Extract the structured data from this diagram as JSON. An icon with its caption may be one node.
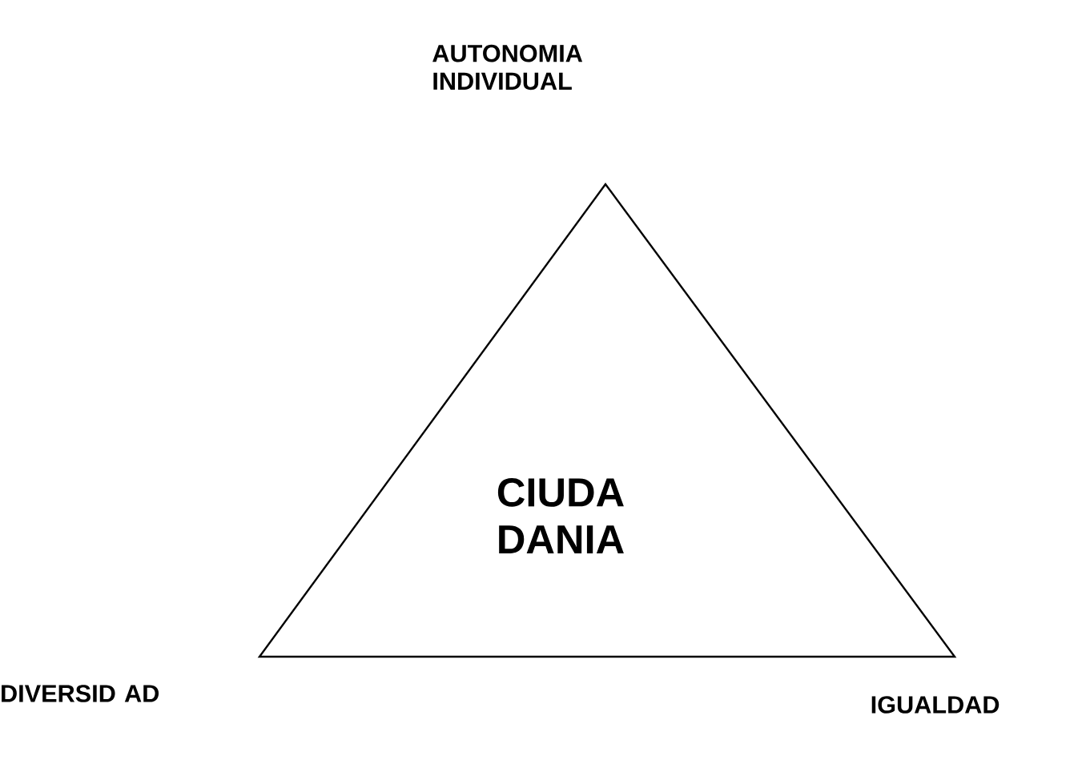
{
  "diagram": {
    "nodes": [
      {
        "text": [
          "CIUDA DANIA"
        ]
      }
    ],
    "labels": [
      "AUTONOMIA INDIVIDUAL",
      "DIVERSID AD",
      "IGUALDAD"
    ]
  }
}
